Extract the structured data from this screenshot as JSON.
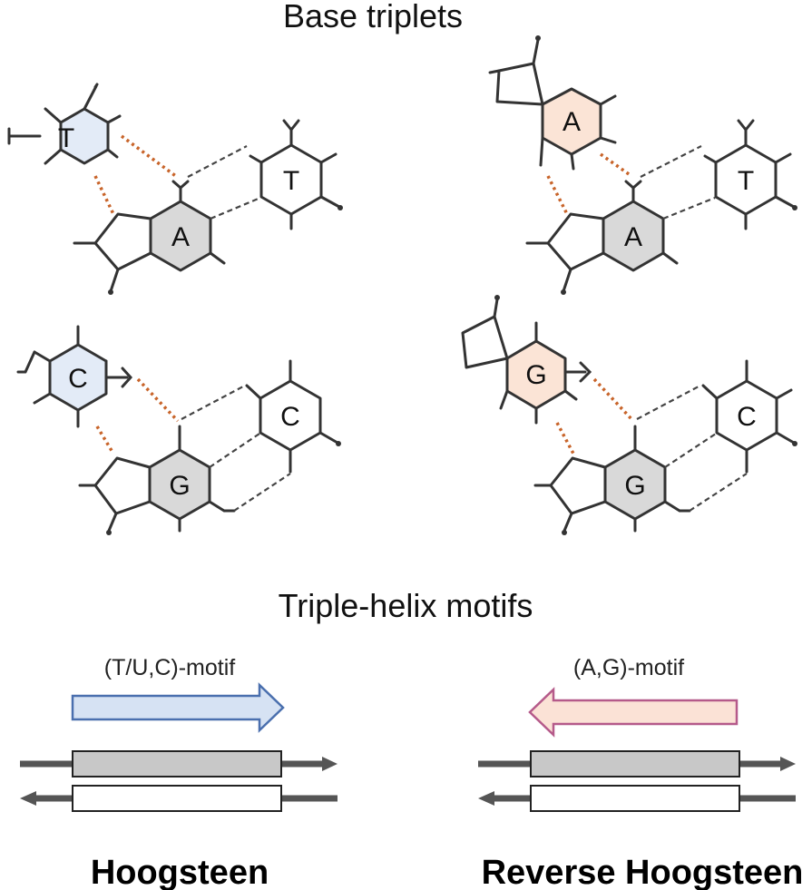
{
  "headings": {
    "base_triplets": "Base triplets",
    "triple_helix_motifs": "Triple-helix motifs"
  },
  "triplets": {
    "tat": {
      "hoogsteen_base": "T",
      "purine": "A",
      "watson_crick_base": "T"
    },
    "aat": {
      "hoogsteen_base": "A",
      "purine": "A",
      "watson_crick_base": "T"
    },
    "cgc": {
      "hoogsteen_base": "C",
      "purine": "G",
      "watson_crick_base": "C"
    },
    "ggc": {
      "hoogsteen_base": "G",
      "purine": "G",
      "watson_crick_base": "C"
    }
  },
  "motifs": {
    "left": {
      "label": "(T/U,C)-motif",
      "caption": "Hoogsteen",
      "third_strand_direction": "right"
    },
    "right": {
      "label": "(A,G)-motif",
      "caption": "Reverse Hoogsteen",
      "third_strand_direction": "left"
    }
  },
  "colors": {
    "pyrimidine_third_base": "#e3ebf7",
    "purine_third_base": "#fbe4d6",
    "central_purine": "#d9d9d9",
    "paired_base": "#ffffff",
    "hoogsteen_bond": "#c8642a",
    "watson_crick_bond": "#444444",
    "blue_arrow_fill": "#d6e2f3",
    "blue_arrow_stroke": "#4a6fae",
    "pink_arrow_fill": "#fbe2d6",
    "pink_arrow_stroke": "#b55a8a",
    "strand": "#555555",
    "purine_strand_box": "#c8c8c8"
  }
}
